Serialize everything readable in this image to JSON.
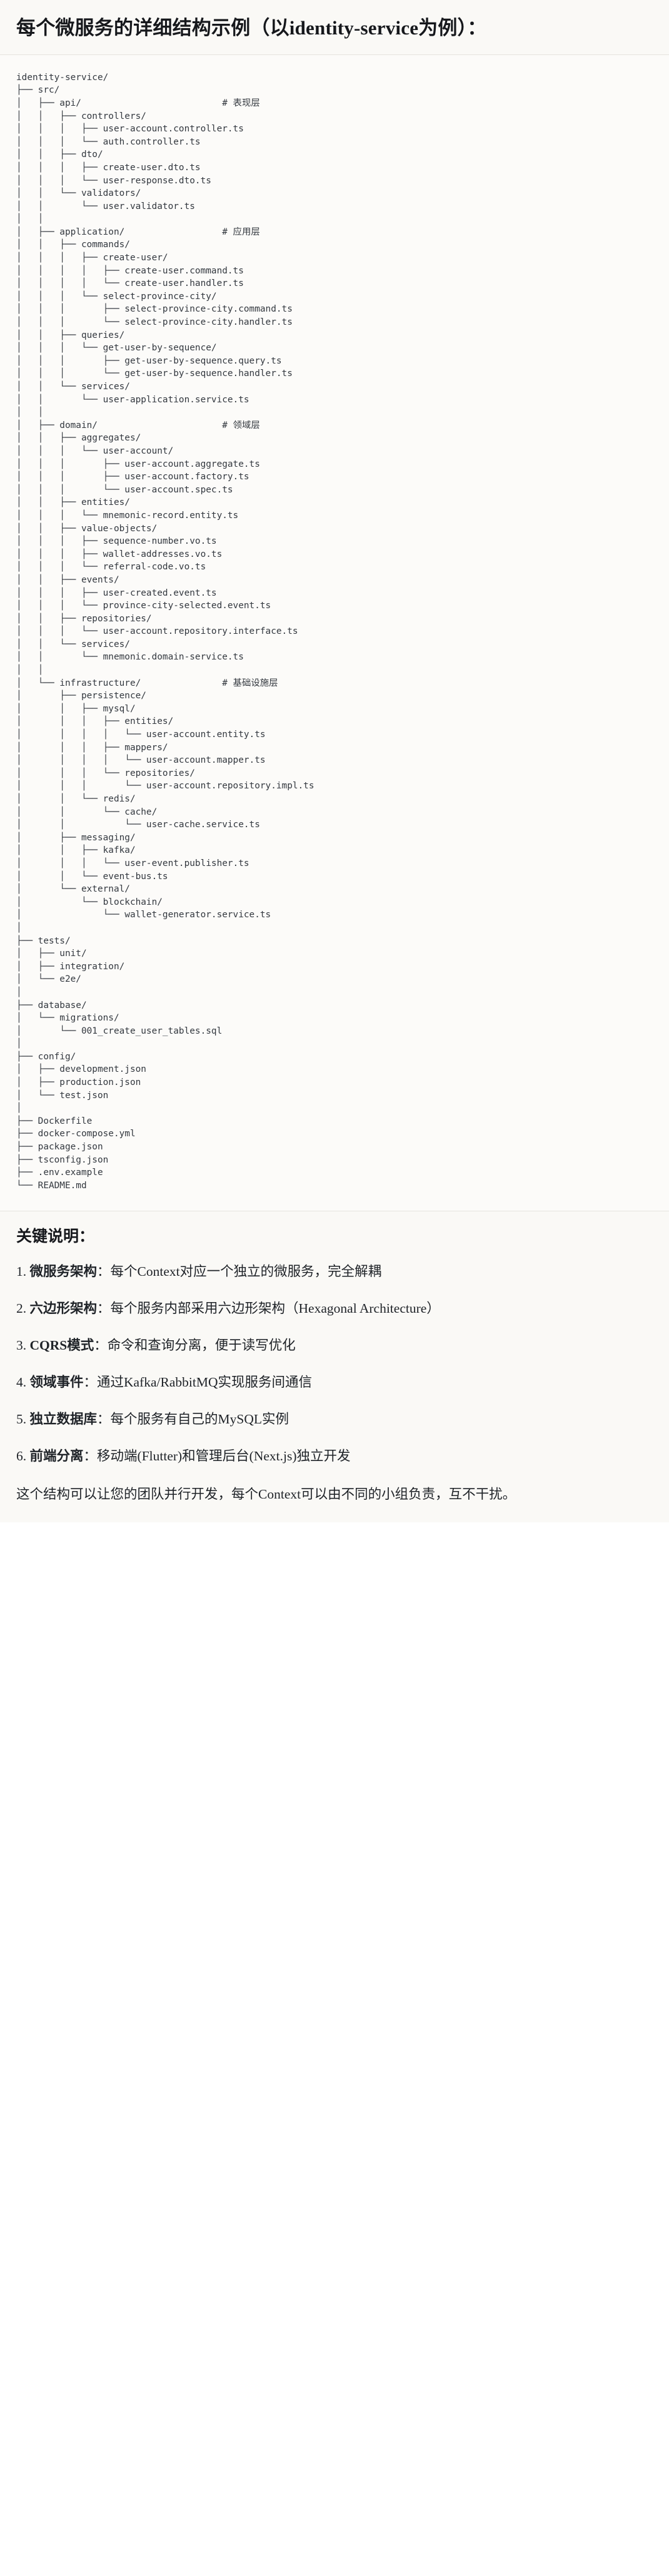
{
  "header": {
    "title": "每个微服务的详细结构示例（以identity-service为例）："
  },
  "tree": {
    "root_label": "identity-service/",
    "text": "identity-service/\n├── src/\n│   ├── api/                          # 表现层\n│   │   ├── controllers/\n│   │   │   ├── user-account.controller.ts\n│   │   │   └── auth.controller.ts\n│   │   ├── dto/\n│   │   │   ├── create-user.dto.ts\n│   │   │   └── user-response.dto.ts\n│   │   └── validators/\n│   │       └── user.validator.ts\n│   │\n│   ├── application/                  # 应用层\n│   │   ├── commands/\n│   │   │   ├── create-user/\n│   │   │   │   ├── create-user.command.ts\n│   │   │   │   └── create-user.handler.ts\n│   │   │   └── select-province-city/\n│   │   │       ├── select-province-city.command.ts\n│   │   │       └── select-province-city.handler.ts\n│   │   ├── queries/\n│   │   │   └── get-user-by-sequence/\n│   │   │       ├── get-user-by-sequence.query.ts\n│   │   │       └── get-user-by-sequence.handler.ts\n│   │   └── services/\n│   │       └── user-application.service.ts\n│   │\n│   ├── domain/                       # 领域层\n│   │   ├── aggregates/\n│   │   │   └── user-account/\n│   │   │       ├── user-account.aggregate.ts\n│   │   │       ├── user-account.factory.ts\n│   │   │       └── user-account.spec.ts\n│   │   ├── entities/\n│   │   │   └── mnemonic-record.entity.ts\n│   │   ├── value-objects/\n│   │   │   ├── sequence-number.vo.ts\n│   │   │   ├── wallet-addresses.vo.ts\n│   │   │   └── referral-code.vo.ts\n│   │   ├── events/\n│   │   │   ├── user-created.event.ts\n│   │   │   └── province-city-selected.event.ts\n│   │   ├── repositories/\n│   │   │   └── user-account.repository.interface.ts\n│   │   └── services/\n│   │       └── mnemonic.domain-service.ts\n│   │\n│   └── infrastructure/               # 基础设施层\n│       ├── persistence/\n│       │   ├── mysql/\n│       │   │   ├── entities/\n│       │   │   │   └── user-account.entity.ts\n│       │   │   ├── mappers/\n│       │   │   │   └── user-account.mapper.ts\n│       │   │   └── repositories/\n│       │   │       └── user-account.repository.impl.ts\n│       │   └── redis/\n│       │       └── cache/\n│       │           └── user-cache.service.ts\n│       ├── messaging/\n│       │   ├── kafka/\n│       │   │   └── user-event.publisher.ts\n│       │   └── event-bus.ts\n│       └── external/\n│           └── blockchain/\n│               └── wallet-generator.service.ts\n│\n├── tests/\n│   ├── unit/\n│   ├── integration/\n│   └── e2e/\n│\n├── database/\n│   └── migrations/\n│       └── 001_create_user_tables.sql\n│\n├── config/\n│   ├── development.json\n│   ├── production.json\n│   └── test.json\n│\n├── Dockerfile\n├── docker-compose.yml\n├── package.json\n├── tsconfig.json\n├── .env.example\n└── README.md",
    "layer_comments": [
      {
        "label": "# 表现层",
        "attached_to": "api/"
      },
      {
        "label": "# 应用层",
        "attached_to": "application/"
      },
      {
        "label": "# 领域层",
        "attached_to": "domain/"
      },
      {
        "label": "# 基础设施层",
        "attached_to": "infrastructure/"
      }
    ]
  },
  "notes": {
    "title": "关键说明：",
    "items": [
      {
        "term": "微服务架构",
        "sep": "：",
        "desc": "每个Context对应一个独立的微服务，完全解耦"
      },
      {
        "term": "六边形架构",
        "sep": "：",
        "desc": "每个服务内部采用六边形架构（Hexagonal Architecture）"
      },
      {
        "term": "CQRS模式",
        "sep": "：",
        "desc": "命令和查询分离，便于读写优化"
      },
      {
        "term": "领域事件",
        "sep": "：",
        "desc": "通过Kafka/RabbitMQ实现服务间通信"
      },
      {
        "term": "独立数据库",
        "sep": "：",
        "desc": "每个服务有自己的MySQL实例"
      },
      {
        "term": "前端分离",
        "sep": "：",
        "desc": "移动端(Flutter)和管理后台(Next.js)独立开发"
      }
    ],
    "closing": "这个结构可以让您的团队并行开发，每个Context可以由不同的小组负责，互不干扰。"
  },
  "colors": {
    "title_band_bg": "#faf9f6",
    "code_bg": "#fcfbf9",
    "notes_bg": "#faf9f6",
    "text": "#1f2328",
    "code_text": "#33383f",
    "comment_text": "#6b7079",
    "divider": "#e6e4df"
  }
}
